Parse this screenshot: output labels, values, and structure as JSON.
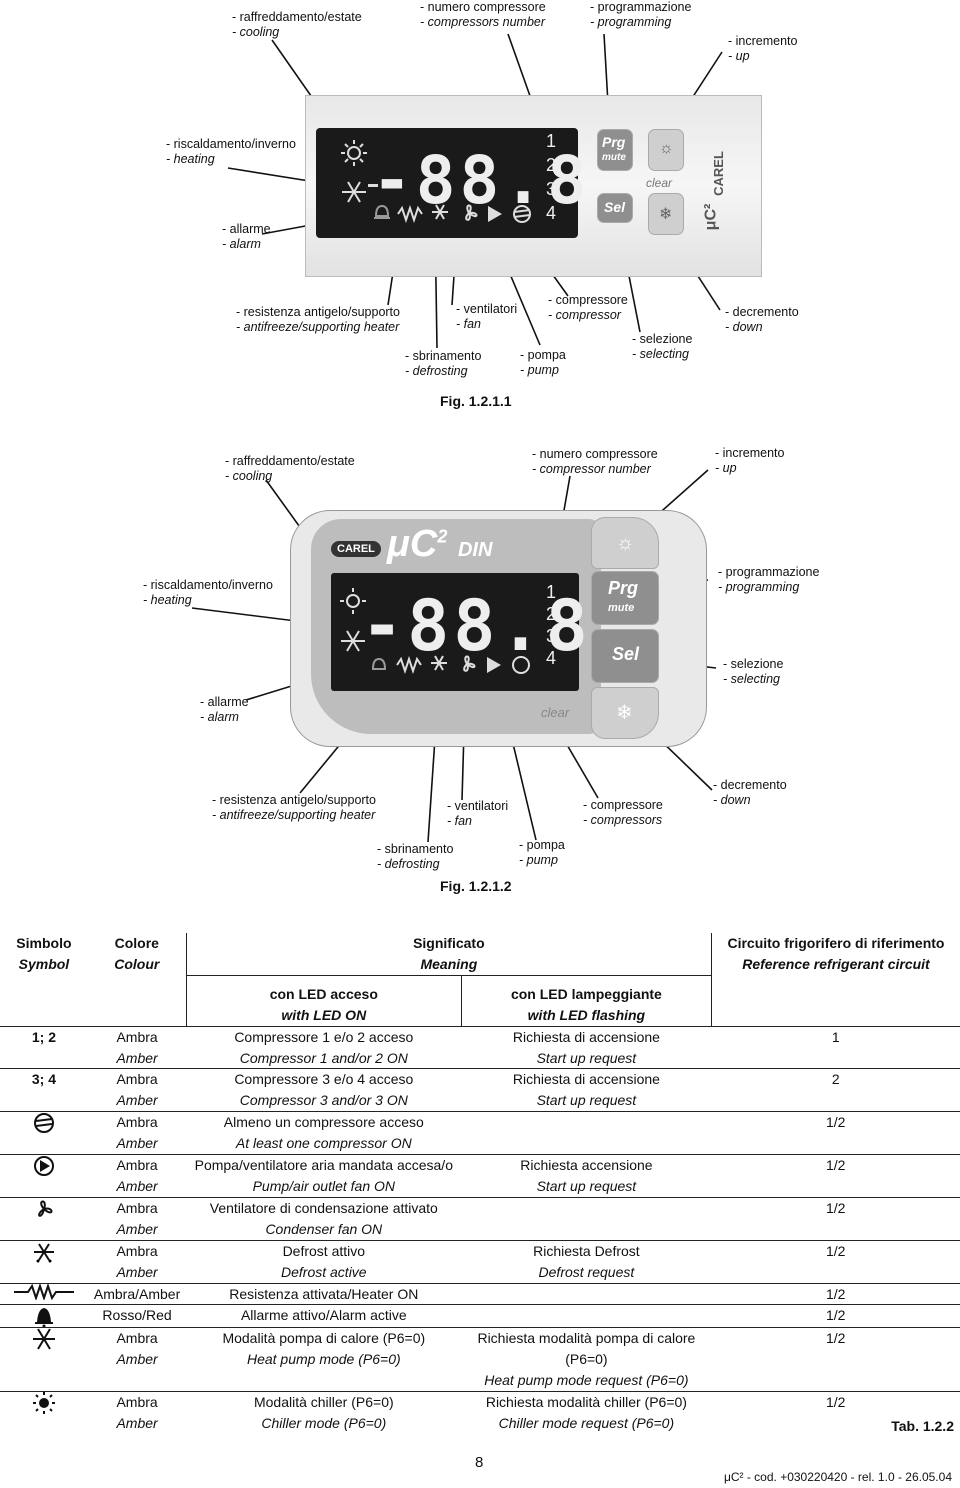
{
  "fig1": {
    "caption": "Fig. 1.2.1.1",
    "labels": {
      "cooling": [
        "- raffreddamento/estate",
        "- cooling"
      ],
      "compressors_number": [
        "- numero compressore",
        "- compressors number"
      ],
      "programming": [
        "- programmazione",
        "- programming"
      ],
      "up": [
        "- incremento",
        "- up"
      ],
      "heating": [
        "- riscaldamento/inverno",
        "- heating"
      ],
      "alarm": [
        "- allarme",
        "- alarm"
      ],
      "heater": [
        "- resistenza antigelo/supporto",
        "- antifreeze/supporting heater"
      ],
      "fan": [
        "- ventilatori",
        "- fan"
      ],
      "compressor": [
        "- compressore",
        "- compressor"
      ],
      "down": [
        "- decremento",
        "- down"
      ],
      "defrosting": [
        "- sbrinamento",
        "- defrosting"
      ],
      "pump": [
        "- pompa",
        "- pump"
      ],
      "selecting": [
        "- selezione",
        "- selecting"
      ]
    },
    "display": {
      "digits": "-88.8",
      "numbers": [
        "1",
        "2",
        "3",
        "4"
      ]
    },
    "keys": {
      "prg": "Prg",
      "mute": "mute",
      "sel": "Sel",
      "clear": "clear",
      "brand": "CAREL",
      "model": "μC²"
    }
  },
  "fig2": {
    "caption": "Fig. 1.2.1.2",
    "labels": {
      "cooling": [
        "- raffreddamento/estate",
        "- cooling"
      ],
      "compressor_number": [
        "- numero compressore",
        "- compressor number"
      ],
      "up": [
        "- incremento",
        "- up"
      ],
      "heating": [
        "- riscaldamento/inverno",
        "- heating"
      ],
      "programming": [
        "- programmazione",
        "- programming"
      ],
      "selecting": [
        "- selezione",
        "- selecting"
      ],
      "alarm": [
        "- allarme",
        "- alarm"
      ],
      "heater": [
        "- resistenza antigelo/supporto",
        "- antifreeze/supporting heater"
      ],
      "fan": [
        "- ventilatori",
        "- fan"
      ],
      "compressors": [
        "- compressore",
        "- compressors"
      ],
      "down": [
        "- decremento",
        "- down"
      ],
      "defrosting": [
        "- sbrinamento",
        "- defrosting"
      ],
      "pump": [
        "- pompa",
        "- pump"
      ]
    },
    "display": {
      "digits": "-88.8",
      "numbers": [
        "1",
        "2",
        "3",
        "4"
      ]
    },
    "keys": {
      "prg": "Prg",
      "mute": "mute",
      "sel": "Sel",
      "clear": "clear",
      "brand": "CAREL",
      "model": "μC",
      "model_sup": "2",
      "model_suffix": "DIN"
    }
  },
  "table": {
    "headers": {
      "symbol": [
        "Simbolo",
        "Symbol"
      ],
      "colour": [
        "Colore",
        "Colour"
      ],
      "meaning": [
        "Significato",
        "Meaning"
      ],
      "circuit": [
        "Circuito frigorifero di riferimento",
        "Reference refrigerant circuit"
      ],
      "led_on": [
        "con LED acceso",
        "with LED ON"
      ],
      "led_flashing": [
        "con LED lampeggiante",
        "with LED flashing"
      ]
    },
    "rows": [
      {
        "symbol": "1; 2",
        "icon": "",
        "colour": [
          "Ambra",
          "Amber"
        ],
        "on": [
          "Compressore 1 e/o 2 acceso",
          "Compressor 1 and/or 2 ON"
        ],
        "flashing": [
          "Richiesta di accensione",
          "Start up request"
        ],
        "circuit": "1"
      },
      {
        "symbol": "3; 4",
        "icon": "",
        "colour": [
          "Ambra",
          "Amber"
        ],
        "on": [
          "Compressore 3 e/o 4 acceso",
          "Compressor 3 and/or 3 ON"
        ],
        "flashing": [
          "Richiesta di accensione",
          "Start up request"
        ],
        "circuit": "2"
      },
      {
        "symbol": "",
        "icon": "compressor-icon",
        "colour": [
          "Ambra",
          "Amber"
        ],
        "on": [
          "Almeno un compressore acceso",
          "At least one compressor ON"
        ],
        "flashing": [
          "",
          ""
        ],
        "circuit": "1/2"
      },
      {
        "symbol": "",
        "icon": "pump-icon",
        "colour": [
          "Ambra",
          "Amber"
        ],
        "on": [
          "Pompa/ventilatore aria mandata accesa/o",
          "Pump/air outlet fan ON"
        ],
        "flashing": [
          "Richiesta accensione",
          "Start up request"
        ],
        "circuit": "1/2"
      },
      {
        "symbol": "",
        "icon": "fan-icon",
        "colour": [
          "Ambra",
          "Amber"
        ],
        "on": [
          "Ventilatore di condensazione attivato",
          "Condenser fan ON"
        ],
        "flashing": [
          "",
          ""
        ],
        "circuit": "1/2"
      },
      {
        "symbol": "",
        "icon": "defrost-icon",
        "colour": [
          "Ambra",
          "Amber"
        ],
        "on": [
          "Defrost attivo",
          "Defrost active"
        ],
        "flashing": [
          "Richiesta Defrost",
          "Defrost request"
        ],
        "circuit": "1/2"
      },
      {
        "symbol": "",
        "icon": "heater-icon",
        "colour": [
          "Ambra/Amber"
        ],
        "on": [
          "Resistenza attivata/Heater ON"
        ],
        "flashing": [
          ""
        ],
        "circuit": "1/2"
      },
      {
        "symbol": "",
        "icon": "alarm-bell-icon",
        "colour": [
          "Rosso/Red"
        ],
        "on": [
          "Allarme attivo/Alarm active"
        ],
        "flashing": [
          ""
        ],
        "circuit": "1/2"
      },
      {
        "symbol": "",
        "icon": "snowflake-icon",
        "colour": [
          "Ambra",
          "Amber"
        ],
        "on": [
          "Modalità pompa di calore (P6=0)",
          "Heat pump mode (P6=0)"
        ],
        "flashing": [
          "Richiesta modalità pompa di calore (P6=0)",
          "Heat pump mode request (P6=0)"
        ],
        "circuit": "1/2"
      },
      {
        "symbol": "",
        "icon": "sun-icon",
        "colour": [
          "Ambra",
          "Amber"
        ],
        "on": [
          "Modalità chiller (P6=0)",
          "Chiller mode (P6=0)"
        ],
        "flashing": [
          "Richiesta modalità chiller (P6=0)",
          "Chiller mode request (P6=0)"
        ],
        "circuit": "1/2"
      }
    ],
    "tab_label": "Tab. 1.2.2"
  },
  "page_number": "8",
  "footer": "μC² - cod. +030220420 - rel. 1.0 - 26.05.04"
}
